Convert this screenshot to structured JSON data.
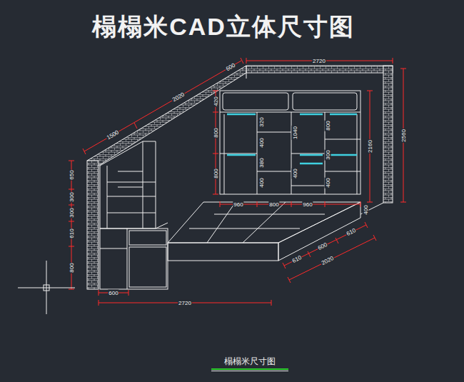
{
  "diagram": {
    "title": "榻榻米CAD立体尺寸图",
    "caption": "榻榻米尺寸图",
    "labels": [
      "2720",
      "600",
      "2020",
      "1500",
      "420",
      "800",
      "800",
      "320",
      "400",
      "380",
      "400",
      "1040",
      "400",
      "800",
      "300",
      "400",
      "2160",
      "2560",
      "960",
      "800",
      "960",
      "400",
      "610",
      "600",
      "610",
      "2020",
      "650",
      "300",
      "300",
      "610",
      "800",
      "600",
      "2720"
    ]
  }
}
